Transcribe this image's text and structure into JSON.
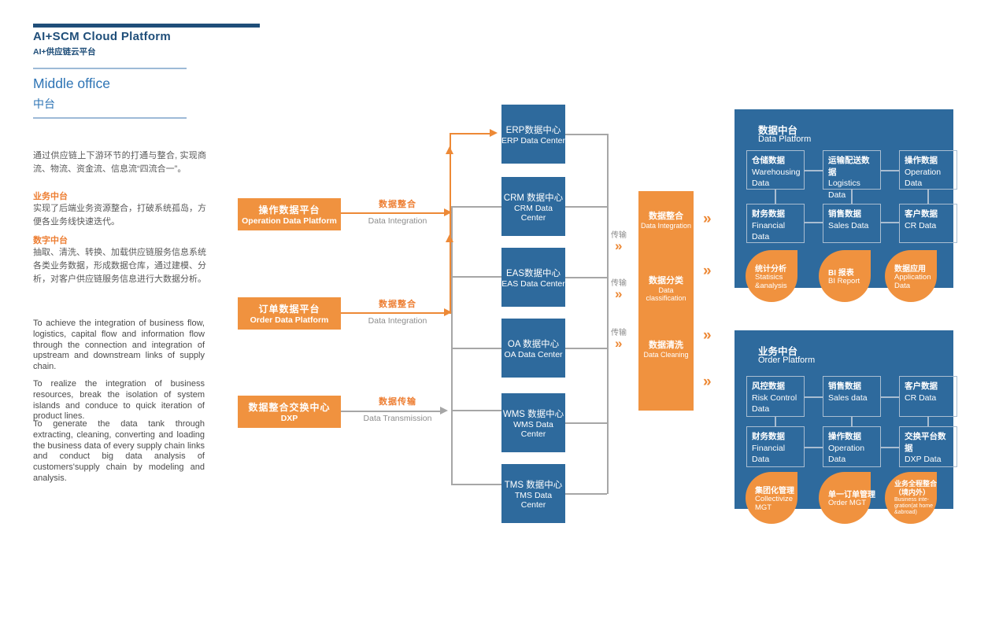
{
  "colors": {
    "orange_fill": "#F0923F",
    "orange_text": "#ED7D31",
    "blue_fill": "#2E6A9D",
    "navy": "#1F4E79",
    "mid_blue": "#2E74B5",
    "gray_line": "#A6A6A6",
    "gray_text": "#8C8C8C"
  },
  "header": {
    "title": "AI+SCM Cloud Platform",
    "subtitle": "AI+供应链云平台",
    "section_en": "Middle office",
    "section_zh": "中台"
  },
  "sidebar": {
    "intro": "通过供应链上下游环节的打通与整合, 实现商流、物流、资金流、信息流“四流合一”。",
    "business_title": "业务中台",
    "business_body": "实现了后端业务资源整合，打破系统孤岛，方便各业务线快速迭代。",
    "digital_title": "数字中台",
    "digital_body": "抽取、清洗、转换、加载供应链服务信息系统各类业务数据，形成数据仓库，通过建模、分析，对客户供应链服务信息进行大数据分析。",
    "en_paragraphs": [
      "To achieve the integration of business flow, logistics, capital flow and information flow through the connection and integration of upstream and downstream  links of supply chain.",
      "To realize the integration of business resources, break the isolation of system islands and conduce to quick iteration of product lines.",
      "To generate the data tank through extracting, cleaning, converting and loading the business data of every supply chain links and conduct big  data analysis of customers'supply chain by modeling and analysis."
    ]
  },
  "sources": [
    {
      "zh": "操作数据平台",
      "en": "Operation Data Platform",
      "link_zh": "数据整合",
      "link_en": "Data Integration"
    },
    {
      "zh": "订单数据平台",
      "en": "Order Data Platform",
      "link_zh": "数据整合",
      "link_en": "Data Integration"
    },
    {
      "zh": "数据整合交换中心",
      "en": "DXP",
      "link_zh": "数据传输",
      "link_en": "Data Transmission"
    }
  ],
  "data_centers": [
    {
      "zh": "ERP数据中心",
      "en": "ERP Data Center"
    },
    {
      "zh": "CRM 数据中心",
      "en": "CRM Data Center"
    },
    {
      "zh": "EAS数据中心",
      "en": "EAS Data Center"
    },
    {
      "zh": "OA 数据中心",
      "en": "OA Data Center"
    },
    {
      "zh": "WMS 数据中心",
      "en": "WMS Data Center"
    },
    {
      "zh": "TMS 数据中心",
      "en": "TMS Data Center"
    }
  ],
  "pipeline": {
    "transfer": "传输",
    "chevron": "»",
    "stages": [
      {
        "zh": "数据整合",
        "en": "Data Integration"
      },
      {
        "zh": "数据分类",
        "en": "Data classification"
      },
      {
        "zh": "数据清洗",
        "en": "Data Cleaning"
      }
    ]
  },
  "data_platform": {
    "title_zh": "数据中台",
    "title_en": "Data Platform",
    "boxes": [
      {
        "zh": "仓储数据",
        "en": "Warehousing Data"
      },
      {
        "zh": "运输配送数据",
        "en": "Logistics Data"
      },
      {
        "zh": "操作数据",
        "en": "Operation Data"
      },
      {
        "zh": "财务数据",
        "en": "Financial Data"
      },
      {
        "zh": "销售数据",
        "en": "Sales Data"
      },
      {
        "zh": "客户数据",
        "en": "CR Data"
      }
    ],
    "bubbles": [
      {
        "zh": "统计分析",
        "en": "Statisics &analysis"
      },
      {
        "zh": "BI 报表",
        "en": "BI Report"
      },
      {
        "zh": "数据应用",
        "en": "Application Data"
      }
    ]
  },
  "order_platform": {
    "title_zh": "业务中台",
    "title_en": "Order Platform",
    "boxes": [
      {
        "zh": "风控数据",
        "en": "Risk Control Data"
      },
      {
        "zh": "销售数据",
        "en": "Sales data"
      },
      {
        "zh": "客户数据",
        "en": "CR Data"
      },
      {
        "zh": "财务数据",
        "en": "Financial Data"
      },
      {
        "zh": "操作数据",
        "en": "Operation Data"
      },
      {
        "zh": "交换平台数据",
        "en": "DXP Data"
      }
    ],
    "bubbles": [
      {
        "zh": "集团化管理",
        "en": "Collectivize MGT"
      },
      {
        "zh": "单一订单管理",
        "en": "Order MGT"
      },
      {
        "zh": "业务全程整合（境内外）",
        "en": "Business inte-gration(at home &abroad)"
      }
    ]
  }
}
